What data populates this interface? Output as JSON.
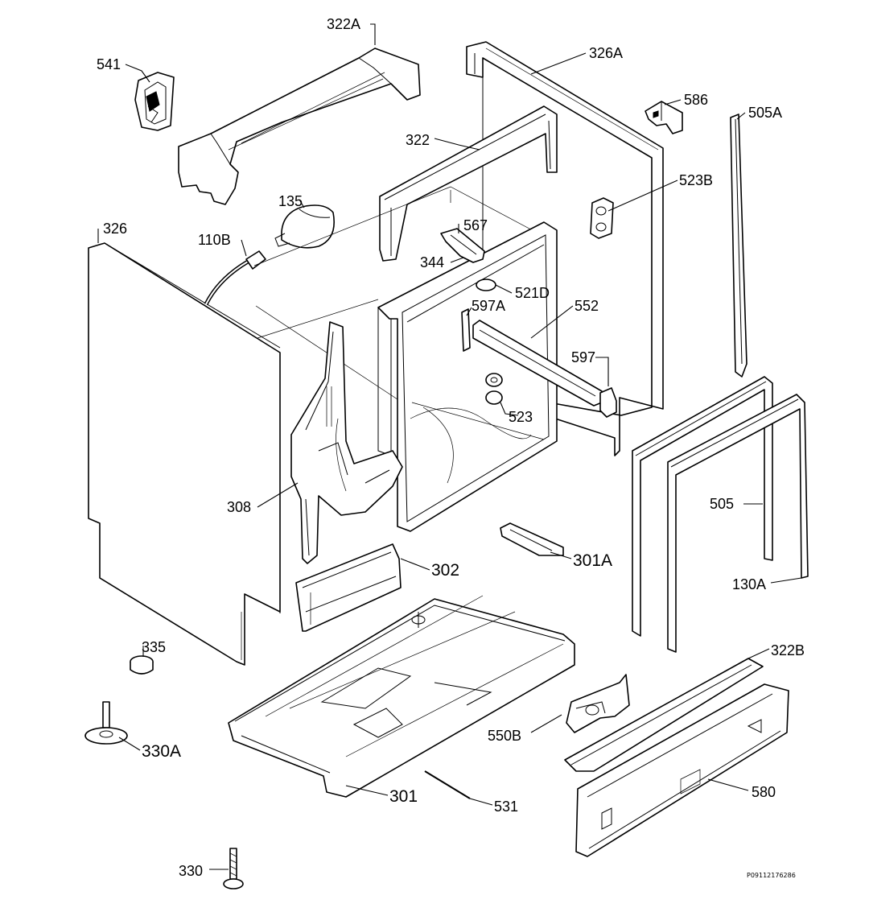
{
  "labels": {
    "l541": "541",
    "l322A": "322A",
    "l326A": "326A",
    "l586": "586",
    "l505A": "505A",
    "l322": "322",
    "l135": "135",
    "l523B": "523B",
    "l326": "326",
    "l110B": "110B",
    "l567": "567",
    "l344": "344",
    "l521D": "521D",
    "l597A": "597A",
    "l552": "552",
    "l597": "597",
    "l523": "523",
    "l308": "308",
    "l505": "505",
    "l302": "302",
    "l301A": "301A",
    "l130A": "130A",
    "l335": "335",
    "l322B": "322B",
    "l550B": "550B",
    "l330A": "330A",
    "l580": "580",
    "l301": "301",
    "l531": "531",
    "l330": "330"
  },
  "drawing_reference": "P09112176286"
}
